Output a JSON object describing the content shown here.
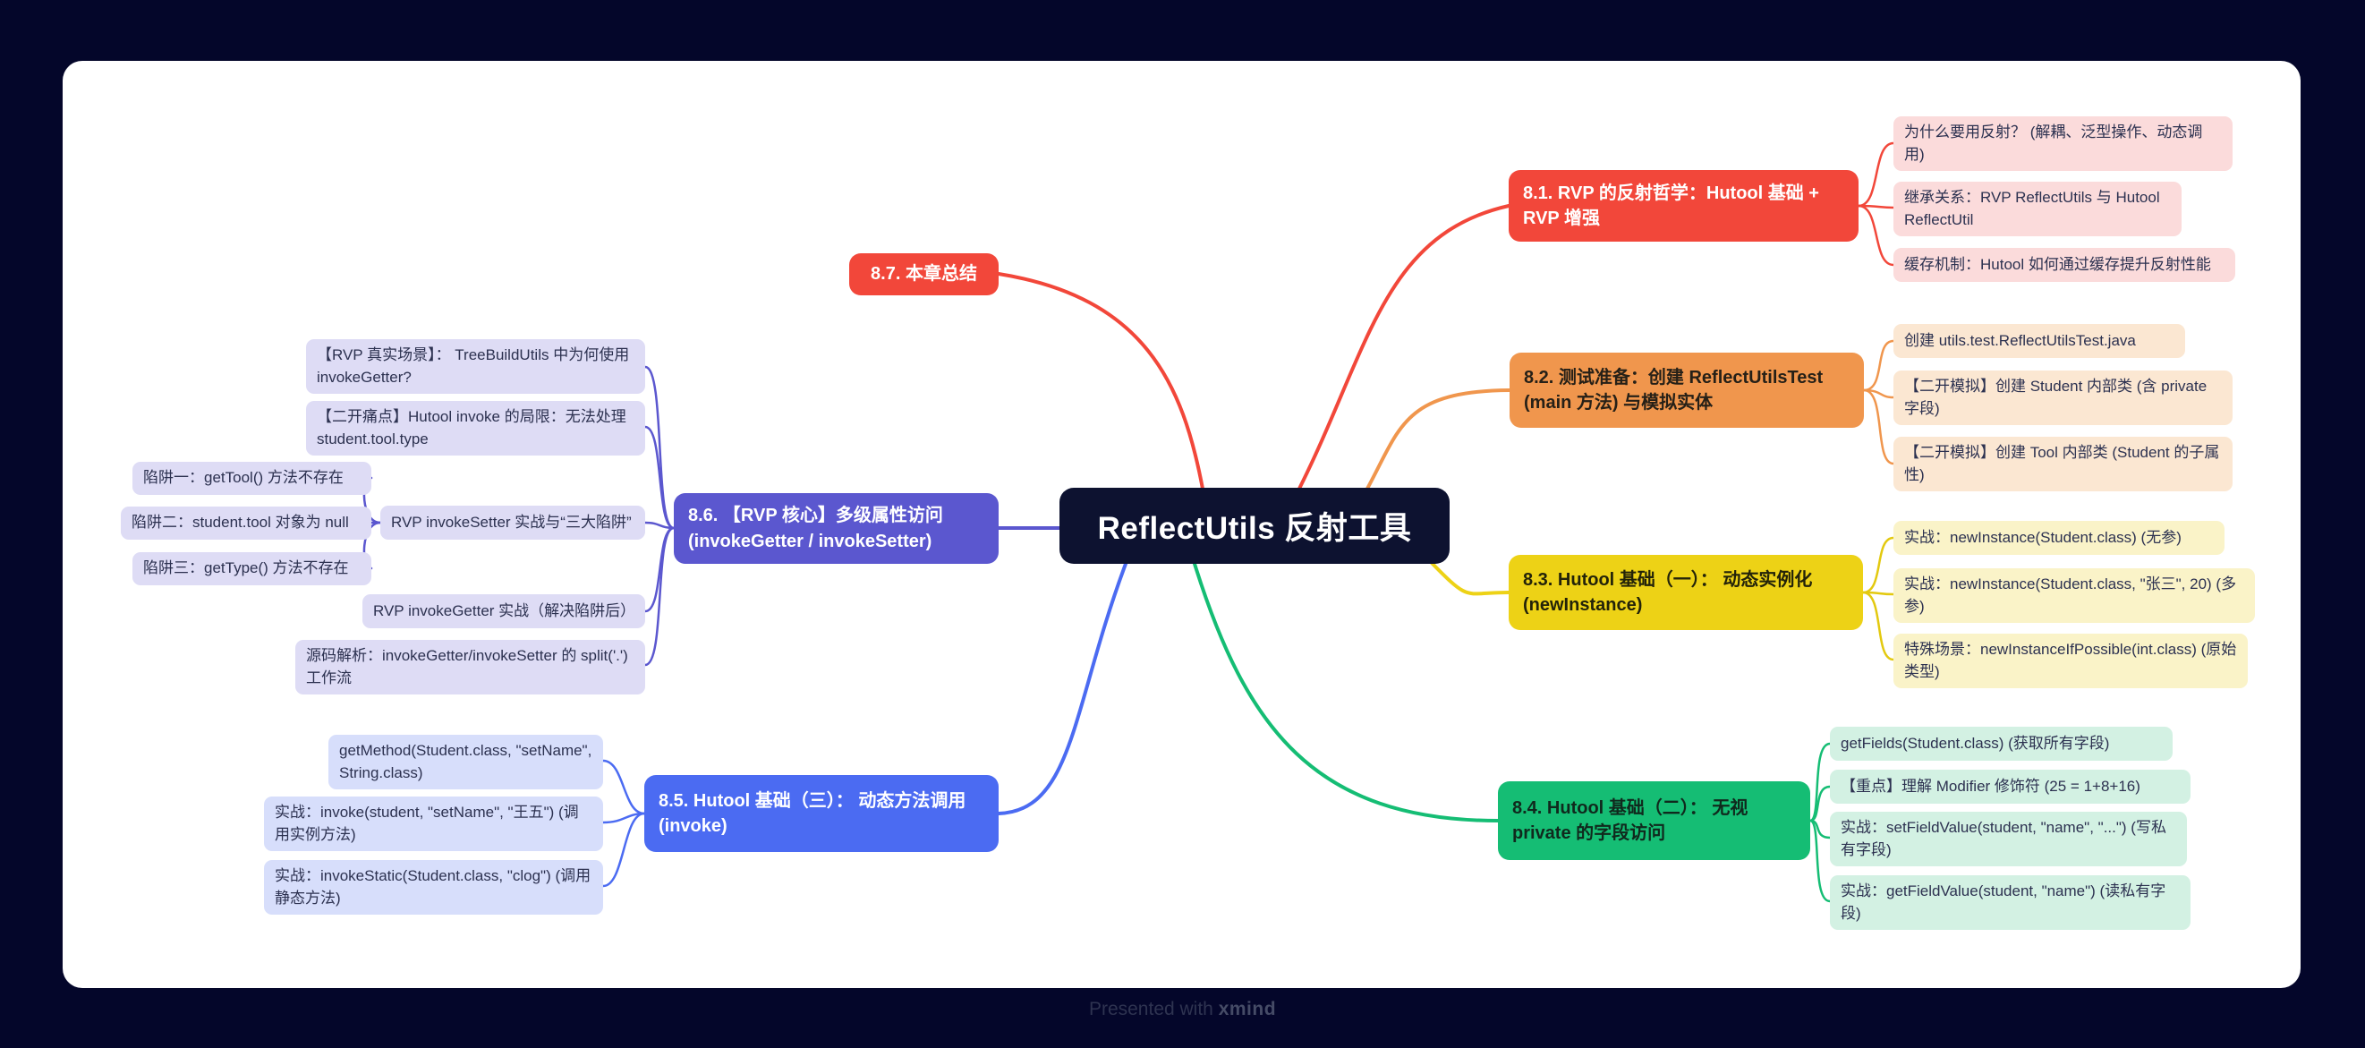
{
  "central": {
    "label": "ReflectUtils 反射工具"
  },
  "palette": {
    "page_background": "#04062a",
    "canvas_background": "#ffffff",
    "central_background": "#0d1230",
    "red": "#f2473a",
    "red_light": "#fbdbdb",
    "orange": "#f0964d",
    "orange_light": "#fbe7d2",
    "yellow": "#edd216",
    "yellow_light": "#faf3c8",
    "green": "#15bd74",
    "green_light": "#d3f1e3",
    "blue": "#4b6bf2",
    "blue_light": "#d7defb",
    "purple": "#5b57cf",
    "purple_light": "#dedcf5"
  },
  "branches": [
    {
      "id": "8.1",
      "label": "8.1. RVP 的反射哲学：Hutool 基础 + RVP 增强",
      "color": "#f2473a",
      "children": [
        {
          "label": "为什么要用反射？ (解耦、泛型操作、动态调用)"
        },
        {
          "label": "继承关系：RVP ReflectUtils 与 Hutool ReflectUtil"
        },
        {
          "label": "缓存机制：Hutool 如何通过缓存提升反射性能"
        }
      ]
    },
    {
      "id": "8.2",
      "label": "8.2. 测试准备：创建 ReflectUtilsTest (main 方法) 与模拟实体",
      "color": "#f0964d",
      "children": [
        {
          "label": "创建 utils.test.ReflectUtilsTest.java"
        },
        {
          "label": "【二开模拟】创建 Student 内部类 (含 private 字段)"
        },
        {
          "label": "【二开模拟】创建 Tool 内部类 (Student 的子属性)"
        }
      ]
    },
    {
      "id": "8.3",
      "label": "8.3. Hutool 基础（一）： 动态实例化 (newInstance)",
      "color": "#edd216",
      "children": [
        {
          "label": "实战：newInstance(Student.class) (无参)"
        },
        {
          "label": "实战：newInstance(Student.class, \"张三\", 20) (多参)"
        },
        {
          "label": "特殊场景：newInstanceIfPossible(int.class) (原始类型)"
        }
      ]
    },
    {
      "id": "8.4",
      "label": "8.4. Hutool 基础（二）： 无视 private 的字段访问",
      "color": "#15bd74",
      "children": [
        {
          "label": "getFields(Student.class) (获取所有字段)"
        },
        {
          "label": "【重点】理解 Modifier 修饰符 (25 = 1+8+16)"
        },
        {
          "label": "实战：setFieldValue(student, \"name\", \"...\") (写私有字段)"
        },
        {
          "label": "实战：getFieldValue(student, \"name\") (读私有字段)"
        }
      ]
    },
    {
      "id": "8.5",
      "label": "8.5. Hutool 基础（三）： 动态方法调用 (invoke)",
      "color": "#4b6bf2",
      "children": [
        {
          "label": "getMethod(Student.class, \"setName\", String.class)"
        },
        {
          "label": "实战：invoke(student, \"setName\", \"王五\") (调用实例方法)"
        },
        {
          "label": "实战：invokeStatic(Student.class, \"clog\") (调用静态方法)"
        }
      ]
    },
    {
      "id": "8.6",
      "label": "8.6. 【RVP 核心】多级属性访问 (invokeGetter / invokeSetter)",
      "color": "#5b57cf",
      "children": [
        {
          "label": "【RVP 真实场景】： TreeBuildUtils 中为何使用 invokeGetter?"
        },
        {
          "label": "【二开痛点】Hutool invoke 的局限：无法处理 student.tool.type"
        },
        {
          "label": "RVP invokeSetter 实战与“三大陷阱”",
          "children": [
            {
              "label": "陷阱一：getTool() 方法不存在"
            },
            {
              "label": "陷阱二：student.tool 对象为 null"
            },
            {
              "label": "陷阱三：getType() 方法不存在"
            }
          ]
        },
        {
          "label": "RVP invokeGetter 实战（解决陷阱后）"
        },
        {
          "label": "源码解析：invokeGetter/invokeSetter 的 split('.') 工作流"
        }
      ]
    },
    {
      "id": "8.7",
      "label": "8.7. 本章总结",
      "color": "#f2473a",
      "children": []
    }
  ],
  "footer": {
    "prefix": "Presented with ",
    "brand": "xmind"
  }
}
